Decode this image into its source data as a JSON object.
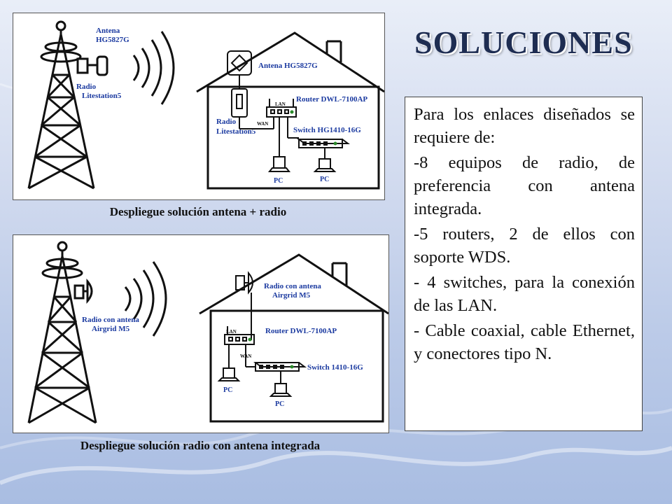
{
  "title": "SOLUCIONES",
  "diagram1": {
    "caption": "Despliegue solución antena + radio",
    "tower_antenna_label": [
      "Antena",
      "HG5827G"
    ],
    "tower_radio_label": [
      "Radio",
      "Litestation5"
    ],
    "house_antenna_label": "Antena HG5827G",
    "router_label": "Router DWL-7100AP",
    "house_radio_label": [
      "Radio",
      "Litestation5"
    ],
    "switch_label": "Switch HG1410-16G",
    "lan_label": "LAN",
    "wan_label": "WAN",
    "pc1_label": "PC",
    "pc2_label": "PC"
  },
  "diagram2": {
    "caption": "Despliegue solución radio con antena integrada",
    "tower_radio_label": [
      "Radio con antena",
      "Airgrid M5"
    ],
    "house_radio_label": [
      "Radio con antena",
      "Airgrid M5"
    ],
    "router_label": "Router DWL-7100AP",
    "switch_label": "Switch 1410-16G",
    "lan_label": "LAN",
    "wan_label": "WAN",
    "pc1_label": "PC",
    "pc2_label": "PC"
  },
  "textbox": {
    "lines": [
      "Para los enlaces diseñados se requiere de:",
      "-8 equipos de radio, de preferencia con antena integrada.",
      "-5 routers, 2 de ellos con soporte WDS.",
      "- 4 switches, para la conexión de las LAN.",
      "- Cable coaxial, cable Ethernet, y conectores tipo N."
    ]
  }
}
